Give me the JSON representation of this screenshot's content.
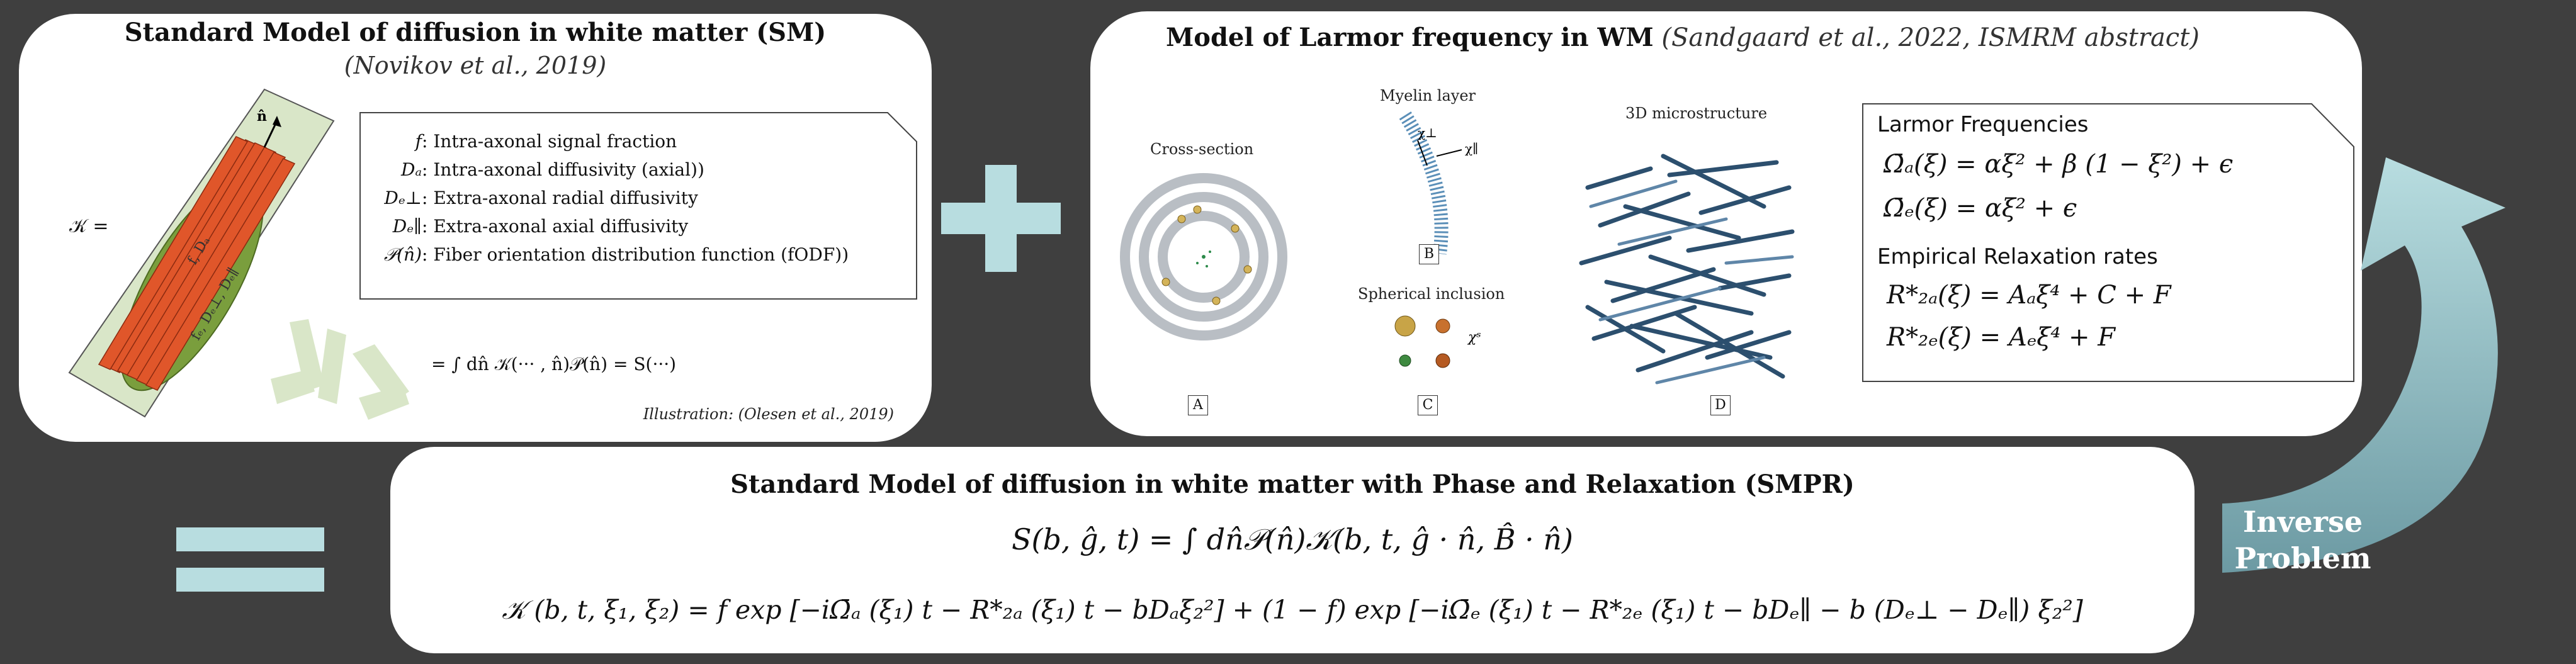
{
  "sm_panel": {
    "title": "Standard Model of diffusion in white matter (SM)",
    "citation": "(Novikov et al., 2019)",
    "kernel_label": "𝒦 =",
    "params": [
      {
        "sym": "f",
        "desc": ": Intra-axonal signal fraction"
      },
      {
        "sym": "Dₐ",
        "desc": ": Intra-axonal diffusivity (axial))"
      },
      {
        "sym": "Dₑ⊥",
        "desc": ": Extra-axonal radial diffusivity"
      },
      {
        "sym": "Dₑ∥",
        "desc": ": Extra-axonal axial diffusivity"
      },
      {
        "sym": "𝒫(n̂)",
        "desc": ": Fiber orientation distribution function (fODF))"
      }
    ],
    "convolution": "= ∫ dn̂ 𝒦(··· , n̂)𝒫(n̂) = S(···)",
    "illustration_credit": "Illustration: (Olesen et al., 2019)",
    "n_hat": "n̂",
    "axon_labels": [
      "f, Dₐ",
      "fₑ, Dₑ⊥, Dₑ∥"
    ]
  },
  "larmor_panel": {
    "title": "Model of Larmor frequency in WM",
    "citation": "(Sandgaard et al., 2022, ISMRM abstract)",
    "labels": {
      "cross_section": "Cross-section",
      "myelin": "Myelin layer",
      "spherical": "Spherical inclusion",
      "micro": "3D microstructure",
      "chi_perp": "χ⊥",
      "chi_par": "χ∥",
      "chi_s": "χˢ",
      "A": "A",
      "B": "B",
      "C": "C",
      "D": "D"
    },
    "freq_heading": "Larmor Frequencies",
    "freq_eqs": [
      "Ω̄ₐ(ξ) = αξ² + β (1 − ξ²) + ϵ",
      "Ω̄ₑ(ξ) = αξ² + ϵ"
    ],
    "relax_heading": "Empirical Relaxation rates",
    "relax_eqs": [
      "R*₂ₐ(ξ) = Aₐξ⁴ + C + F",
      "R*₂ₑ(ξ) = Aₑξ⁴ + F"
    ]
  },
  "smpr_panel": {
    "title": "Standard Model of diffusion in white matter with Phase and Relaxation (SMPR)",
    "eq1": "S(b, ĝ, t) = ∫ dn̂𝒫(n̂)𝒦(b, t, ĝ · n̂, B̂ · n̂)",
    "eq2": "𝒦 (b, t, ξ₁, ξ₂) = f exp [−iΩ̄ₐ (ξ₁) t − R*₂ₐ (ξ₁) t − bDₐξ₂²] + (1 − f) exp [−iΩ̄ₑ (ξ₁) t − R*₂ₑ (ξ₁) t − bDₑ∥ − b (Dₑ⊥ − Dₑ∥) ξ₂²]"
  },
  "inverse_problem": {
    "line1": "Inverse",
    "line2": "Problem"
  },
  "colors": {
    "background": "#3f3f3f",
    "accent": "#b8dde0",
    "axon": "#e0562a",
    "sheath": "#d9e6c8",
    "extra": "#7a9e3d"
  }
}
